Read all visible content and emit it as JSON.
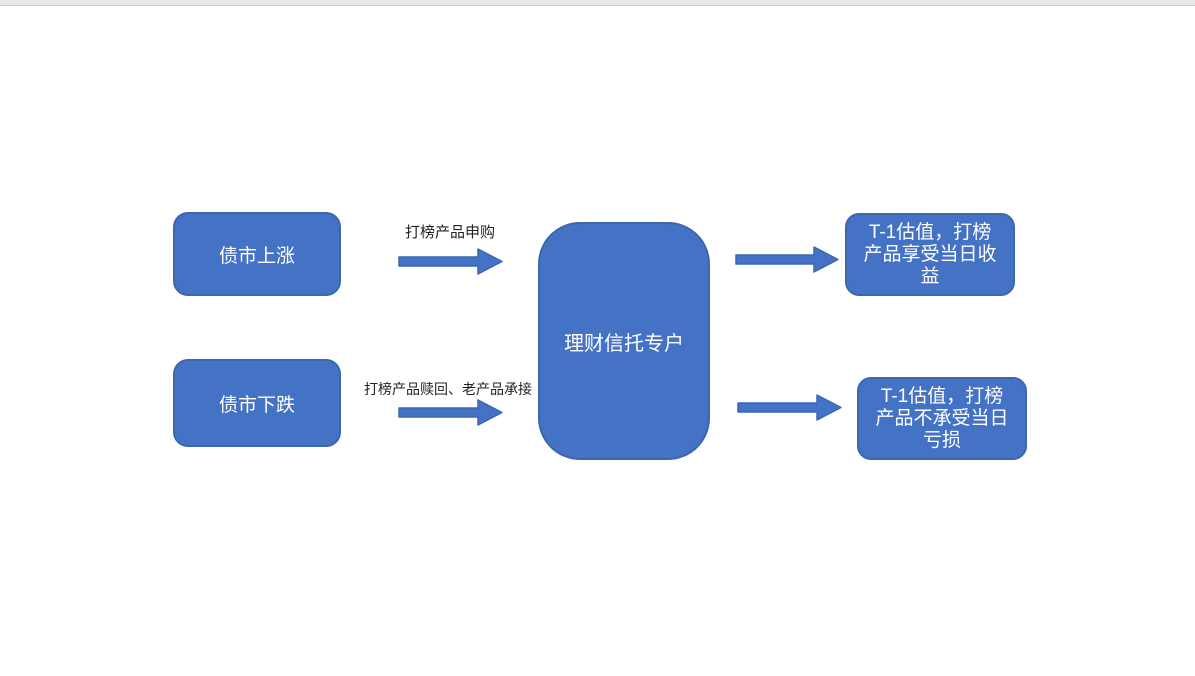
{
  "page": {
    "background_color": "#ffffff",
    "top_edge_color": "#e6e9e3"
  },
  "theme": {
    "shape_fill": "#4472c4",
    "shape_border": "#3c66b1",
    "shape_text_color": "#ffffff",
    "label_text_color": "#222222"
  },
  "diagram": {
    "nodes": [
      {
        "id": "bond-up",
        "label": "债市上涨"
      },
      {
        "id": "bond-down",
        "label": "债市下跌"
      },
      {
        "id": "trust-account",
        "label": "理财信托专户"
      },
      {
        "id": "result-up",
        "label": "T-1估值，打榜\n产品享受当日收\n益",
        "full_text": "T-1估值，打榜产品享受当日收益"
      },
      {
        "id": "result-down",
        "label": "T-1估值，打榜\n产品不承受当日\n亏损",
        "full_text": "T-1估值，打榜产品不承受当日亏损"
      }
    ],
    "edges": [
      {
        "from": "bond-up",
        "to": "trust-account",
        "label": "打榜产品申购"
      },
      {
        "from": "bond-down",
        "to": "trust-account",
        "label": "打榜产品赎回、老产品承接"
      },
      {
        "from": "trust-account",
        "to": "result-up",
        "label": ""
      },
      {
        "from": "trust-account",
        "to": "result-down",
        "label": ""
      }
    ]
  }
}
